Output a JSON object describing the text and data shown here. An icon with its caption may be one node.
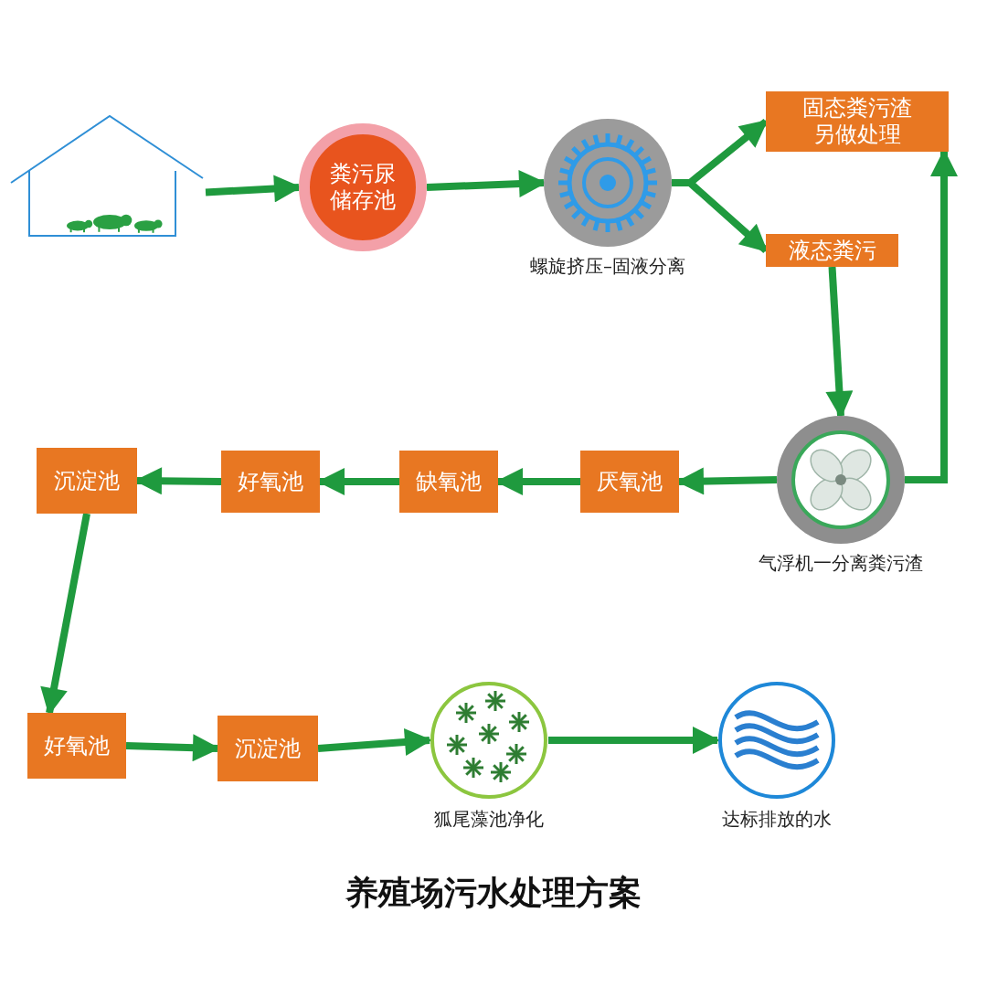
{
  "diagram": {
    "title": "养殖场污水处理方案",
    "nodes": [
      {
        "text": [],
        "shape": "picture"
      },
      {
        "text": [
          "粪污尿储存池"
        ]
      },
      {
        "text": [],
        "shape": "picture",
        "beside": [
          "螺旋挤压–固液分离"
        ]
      },
      {
        "text": [
          "固态粪污渣另做处理"
        ]
      },
      {
        "text": [
          "液态粪污"
        ]
      },
      {
        "text": [],
        "shape": "picture",
        "beside": [
          "气浮机一分离粪污渣"
        ]
      },
      {
        "text": [
          "厌氧池"
        ]
      },
      {
        "text": [
          "缺氧池"
        ]
      },
      {
        "text": [
          "好氧池"
        ]
      },
      {
        "text": [
          "沉淀池"
        ]
      },
      {
        "text": [
          "好氧池"
        ]
      },
      {
        "text": [
          "沉淀池"
        ]
      },
      {
        "text": [],
        "shape": "picture",
        "beside": [
          "狐尾藻池净化"
        ]
      },
      {
        "text": [],
        "shape": "picture",
        "beside": [
          "达标排放的水"
        ]
      }
    ],
    "edges": [
      {
        "from": 0,
        "to": 1,
        "arrow": "to"
      },
      {
        "from": 1,
        "to": 2,
        "arrow": "to"
      },
      {
        "from": 2,
        "to": 3,
        "arrow": "to"
      },
      {
        "from": 2,
        "to": 4,
        "arrow": "to"
      },
      {
        "from": 4,
        "to": 5,
        "arrow": "to"
      },
      {
        "from": 5,
        "to": 3,
        "arrow": "to"
      },
      {
        "from": 5,
        "to": 6,
        "arrow": "to"
      },
      {
        "from": 6,
        "to": 7,
        "arrow": "to"
      },
      {
        "from": 7,
        "to": 8,
        "arrow": "to"
      },
      {
        "from": 8,
        "to": 9,
        "arrow": "to"
      },
      {
        "from": 9,
        "to": 10,
        "arrow": "to"
      },
      {
        "from": 10,
        "to": 11,
        "arrow": "to"
      },
      {
        "from": 11,
        "to": 12,
        "arrow": "to"
      },
      {
        "from": 12,
        "to": 13,
        "arrow": "to"
      }
    ]
  }
}
